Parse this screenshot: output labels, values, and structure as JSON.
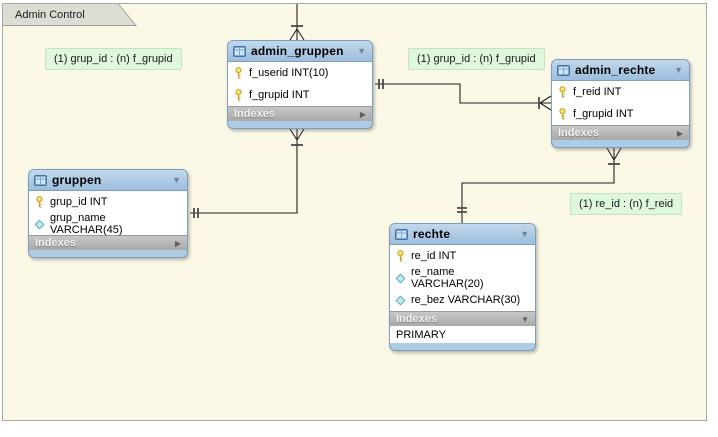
{
  "tab": {
    "label": "Admin Control"
  },
  "icons": {
    "header_collapse": "▼",
    "indexes_collapsed": "▶",
    "indexes_expanded": "▼"
  },
  "tables": [
    {
      "name": "admin_gruppen",
      "columns": [
        {
          "icon": "key-icon",
          "text": "f_userid INT(10)"
        },
        {
          "icon": "key-icon",
          "text": "f_grupid INT"
        }
      ],
      "indexes_label": "Indexes",
      "indexes_arrow": "▶",
      "index_rows": []
    },
    {
      "name": "admin_rechte",
      "columns": [
        {
          "icon": "key-icon",
          "text": "f_reid INT"
        },
        {
          "icon": "key-icon",
          "text": "f_grupid INT"
        }
      ],
      "indexes_label": "Indexes",
      "indexes_arrow": "▶",
      "index_rows": []
    },
    {
      "name": "gruppen",
      "columns": [
        {
          "icon": "key-icon",
          "text": "grup_id INT"
        },
        {
          "icon": "diamond-icon",
          "text": "grup_name VARCHAR(45)"
        }
      ],
      "indexes_label": "Indexes",
      "indexes_arrow": "▶",
      "index_rows": []
    },
    {
      "name": "rechte",
      "columns": [
        {
          "icon": "key-icon",
          "text": "re_id INT"
        },
        {
          "icon": "diamond-icon",
          "text": "re_name VARCHAR(20)"
        },
        {
          "icon": "diamond-icon",
          "text": "re_bez VARCHAR(30)"
        }
      ],
      "indexes_label": "Indexes",
      "indexes_arrow": "▼",
      "index_rows": [
        "PRIMARY"
      ]
    }
  ],
  "relationship_labels": [
    {
      "text": "(1) grup_id : (n) f_grupid"
    },
    {
      "text": "(1) grup_id : (n) f_grupid"
    },
    {
      "text": "(1) re_id : (n) f_reid"
    }
  ],
  "colors": {
    "canvas_background": "#FBF8E6",
    "table_header_blue": "#A9C7E2",
    "table_body_blue": "#AECBE4",
    "table_border_blue": "#7E9EC0",
    "indexes_bar_gray": "#B9B9B9",
    "relationship_label_green": "#DFF8DC",
    "tab_gray": "#DCDCD4"
  }
}
